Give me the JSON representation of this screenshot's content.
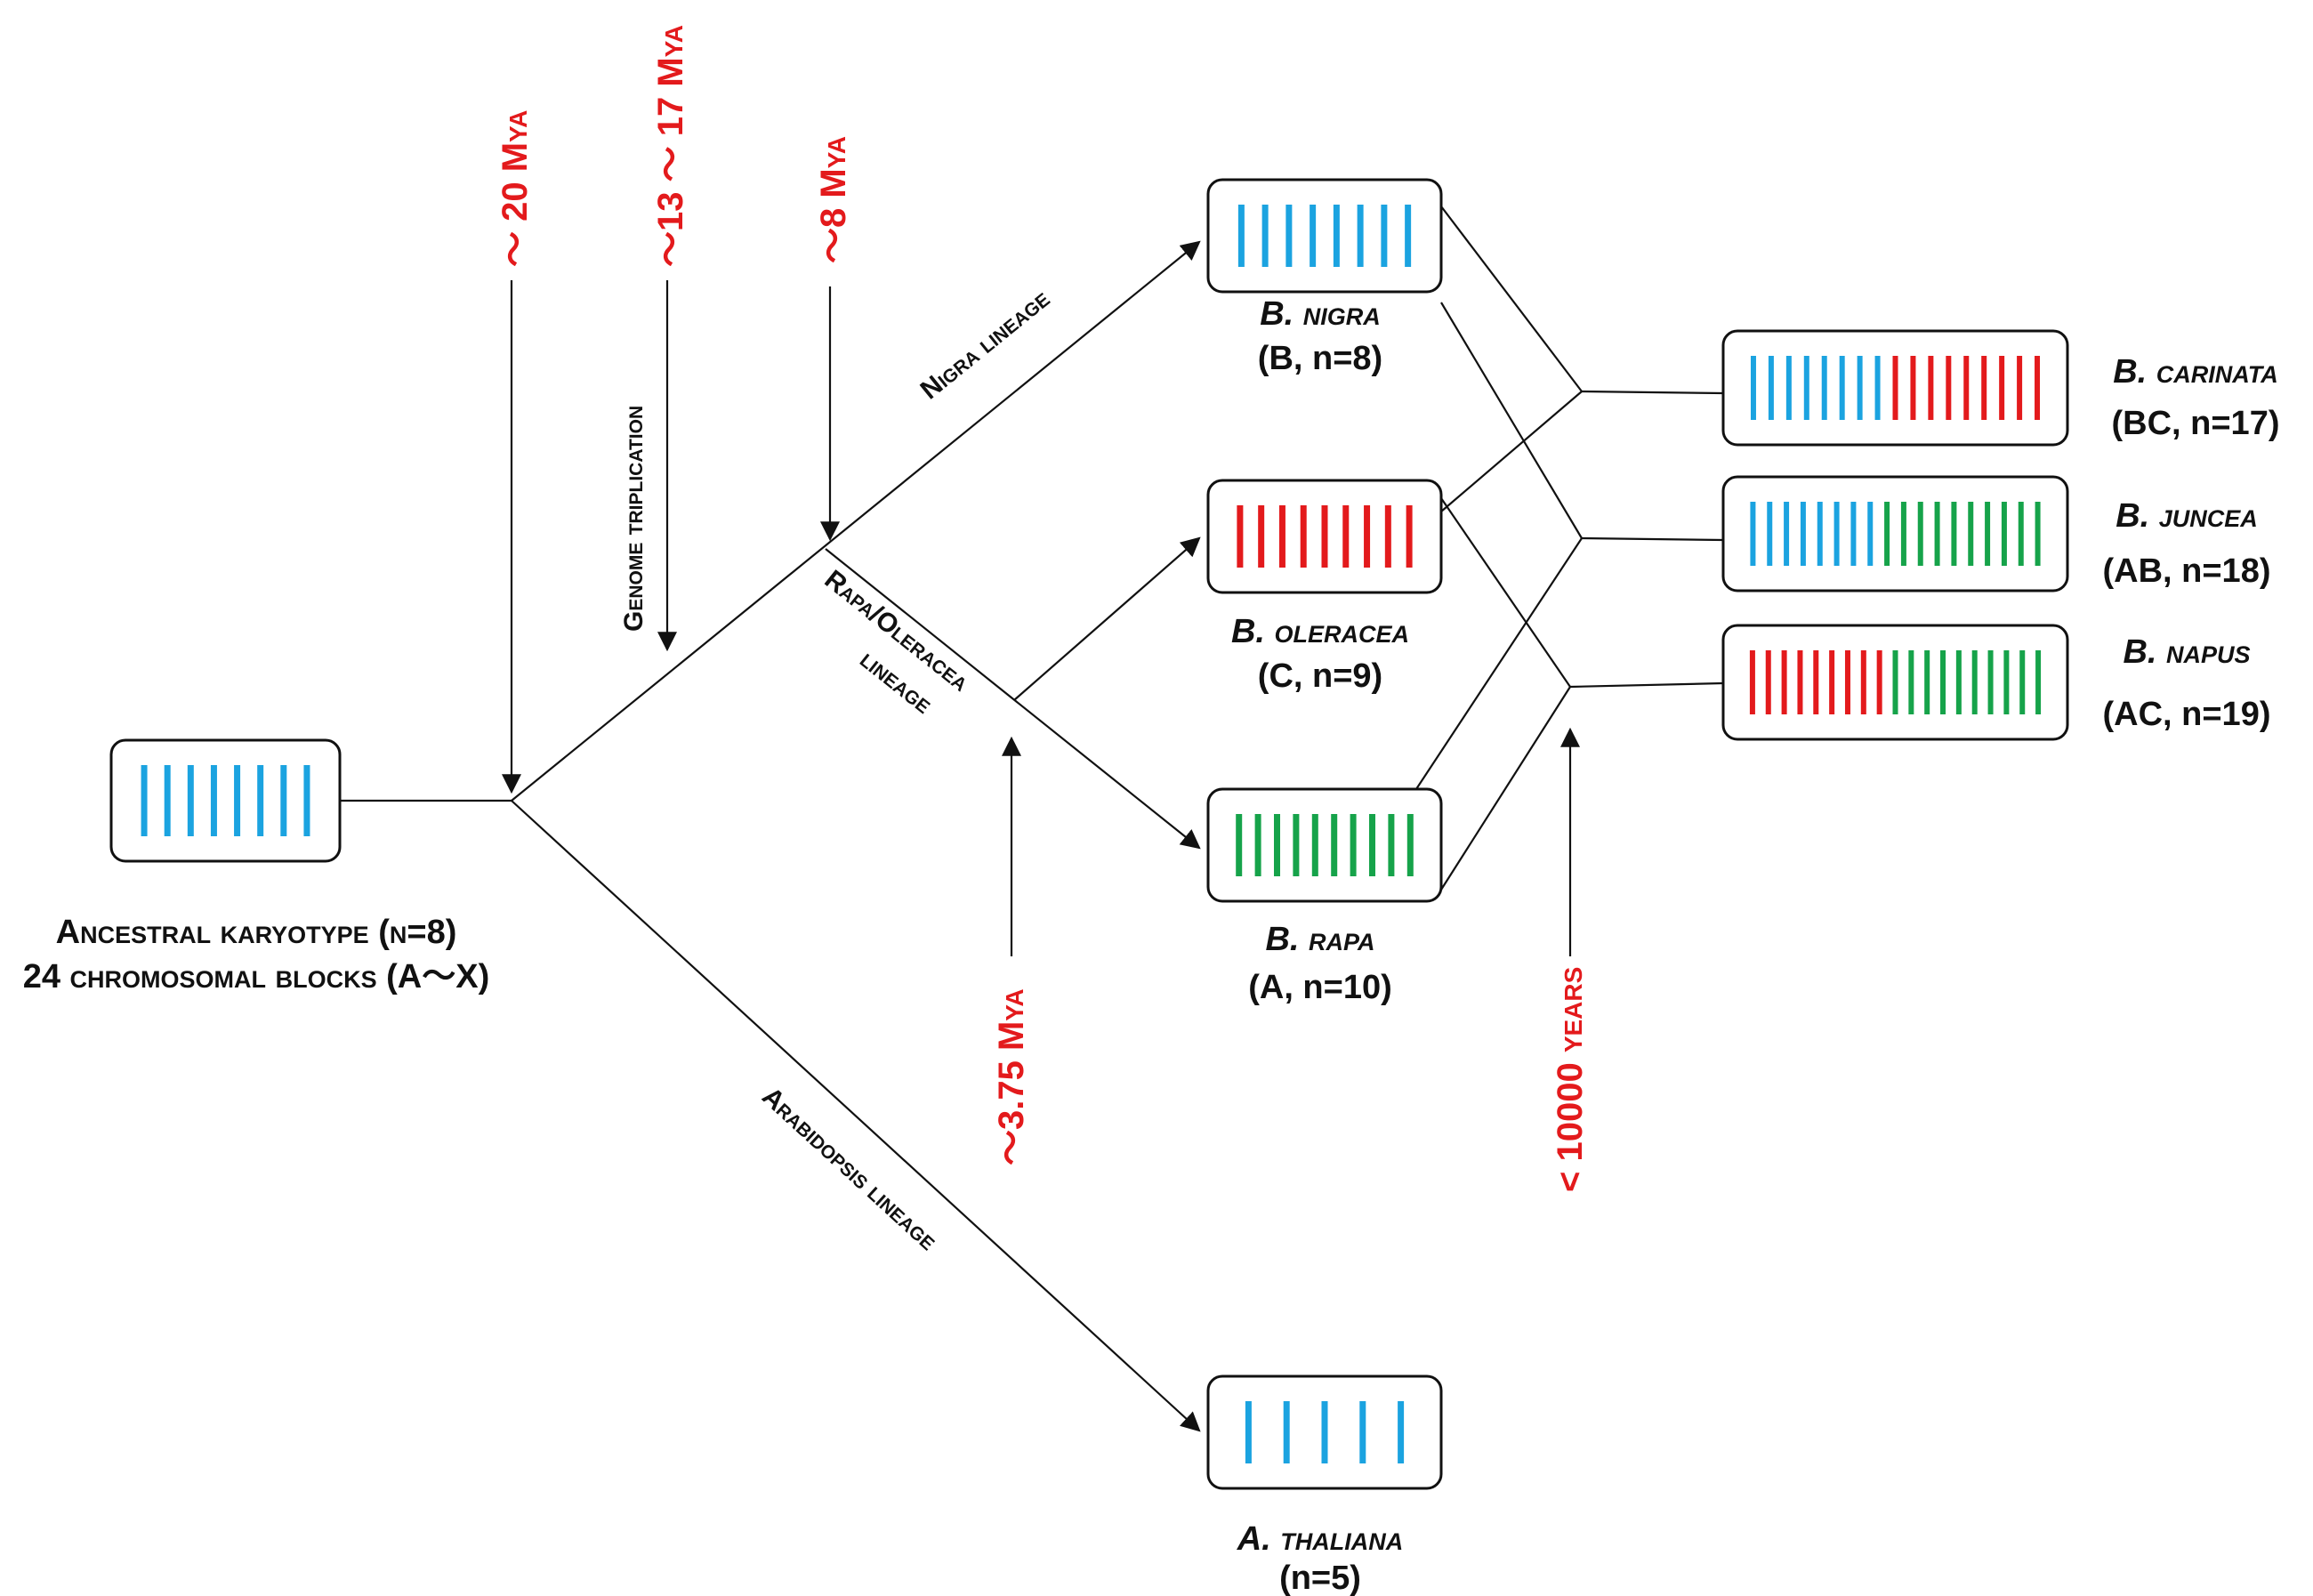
{
  "colors": {
    "blue": "#1ba3e0",
    "red": "#e31a1c",
    "green": "#16a34a",
    "line": "#111111"
  },
  "ancestral": {
    "line1": "Ancestral karyotype (n=8)",
    "line2": "24 chromosomal blocks (A～X)",
    "chromosomes": [
      "blue",
      "blue",
      "blue",
      "blue",
      "blue",
      "blue",
      "blue",
      "blue"
    ]
  },
  "species": {
    "nigra": {
      "name": "B. nigra",
      "genome": "(B, n=8)",
      "chromosomes": [
        "blue",
        "blue",
        "blue",
        "blue",
        "blue",
        "blue",
        "blue",
        "blue"
      ]
    },
    "oleracea": {
      "name": "B. oleracea",
      "genome": "(C, n=9)",
      "chromosomes": [
        "red",
        "red",
        "red",
        "red",
        "red",
        "red",
        "red",
        "red",
        "red"
      ]
    },
    "rapa": {
      "name": "B. rapa",
      "genome": "(A, n=10)",
      "chromosomes": [
        "green",
        "green",
        "green",
        "green",
        "green",
        "green",
        "green",
        "green",
        "green",
        "green"
      ]
    },
    "thaliana": {
      "name": "A. thaliana",
      "genome": "(n=5)",
      "chromosomes": [
        "blue",
        "blue",
        "blue",
        "blue",
        "blue"
      ]
    },
    "carinata": {
      "name": "B. carinata",
      "genome": "(BC, n=17)",
      "chromosomes": [
        "blue",
        "blue",
        "blue",
        "blue",
        "blue",
        "blue",
        "blue",
        "blue",
        "red",
        "red",
        "red",
        "red",
        "red",
        "red",
        "red",
        "red",
        "red"
      ]
    },
    "juncea": {
      "name": "B. juncea",
      "genome": "(AB, n=18)",
      "chromosomes": [
        "blue",
        "blue",
        "blue",
        "blue",
        "blue",
        "blue",
        "blue",
        "blue",
        "green",
        "green",
        "green",
        "green",
        "green",
        "green",
        "green",
        "green",
        "green",
        "green"
      ]
    },
    "napus": {
      "name": "B. napus",
      "genome": "(AC, n=19)",
      "chromosomes": [
        "red",
        "red",
        "red",
        "red",
        "red",
        "red",
        "red",
        "red",
        "red",
        "green",
        "green",
        "green",
        "green",
        "green",
        "green",
        "green",
        "green",
        "green",
        "green"
      ]
    }
  },
  "times": {
    "t20": "～ 20 Mya",
    "t13": "～13 ～ 17 Mya",
    "t8": "～8 Mya",
    "t375": "～3.75 Mya",
    "t10000": "< 10000 years"
  },
  "lineages": {
    "genome_triplication": "Genome triplication",
    "nigra": "Nigra lineage",
    "rapa_oleracea_1": "Rapa/Oleracea",
    "rapa_oleracea_2": "lineage",
    "arabidopsis": "Arabidopsis lineage"
  }
}
